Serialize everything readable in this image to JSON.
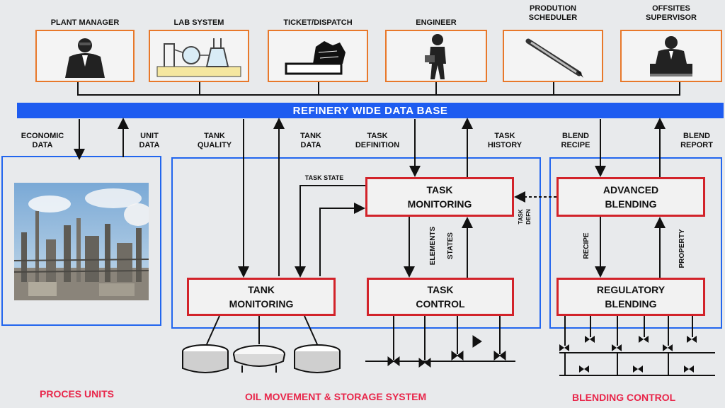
{
  "roles": [
    {
      "label": "PLANT MANAGER",
      "icon": "manager-figure-icon"
    },
    {
      "label": "LAB SYSTEM",
      "icon": "lab-equipment-icon"
    },
    {
      "label": "TICKET/DISPATCH",
      "icon": "dispatch-printer-icon"
    },
    {
      "label": "ENGINEER",
      "icon": "engineer-figure-icon"
    },
    {
      "label": "PRODUTION\nSCHEDULER",
      "icon": "pen-icon"
    },
    {
      "label": "OFFSITES\nSUPERVISOR",
      "icon": "supervisor-figure-icon"
    }
  ],
  "database": {
    "label": "REFINERY WIDE DATA BASE",
    "color": "#1e5cf0"
  },
  "flow_labels": {
    "economic_data": "ECONOMIC\nDATA",
    "unit_data": "UNIT\nDATA",
    "tank_quality": "TANK\nQUALITY",
    "tank_data": "TANK\nDATA",
    "task_definition": "TASK\nDEFINITION",
    "task_history": "TASK\nHISTORY",
    "blend_recipe": "BLEND\nRECIPE",
    "blend_report": "BLEND\nREPORT",
    "task_state": "TASK STATE",
    "task_defn": "TASK\nDEFN",
    "elements": "ELEMENTS",
    "states": "STATES",
    "recipe": "RECIPE",
    "property": "PROPERTY"
  },
  "boxes": {
    "task_monitoring": "TASK\nMONITORING",
    "tank_monitoring": "TANK\nMONITORING",
    "task_control": "TASK\nCONTROL",
    "advanced_blending": "ADVANCED\nBLENDING",
    "regulatory_blending": "REGULATORY\nBLENDING"
  },
  "sections": {
    "process_units": "PROCES UNITS",
    "oil_movement": "OIL MOVEMENT & STORAGE SYSTEM",
    "blending_control": "BLENDING CONTROL"
  },
  "colors": {
    "box_border": "#d2232a",
    "role_border": "#e8782a",
    "section_text": "#e8264a",
    "group_border": "#2266ee"
  }
}
